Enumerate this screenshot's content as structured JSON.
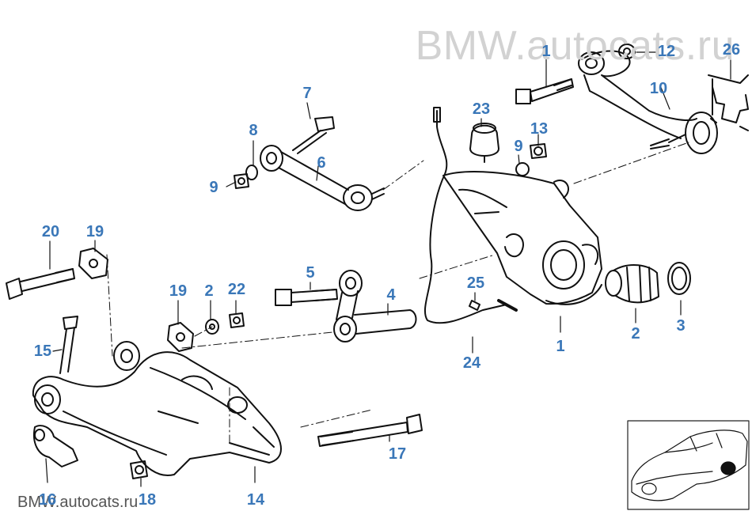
{
  "watermark": {
    "top": "BMW.autocats.ru",
    "bottom": "BMW.autocats.ru"
  },
  "callouts": [
    {
      "id": "c1a",
      "label": "1"
    },
    {
      "id": "c1b",
      "label": "1"
    },
    {
      "id": "c2a",
      "label": "2"
    },
    {
      "id": "c2b",
      "label": "2"
    },
    {
      "id": "c3",
      "label": "3"
    },
    {
      "id": "c4",
      "label": "4"
    },
    {
      "id": "c5",
      "label": "5"
    },
    {
      "id": "c6",
      "label": "6"
    },
    {
      "id": "c7",
      "label": "7"
    },
    {
      "id": "c8",
      "label": "8"
    },
    {
      "id": "c9a",
      "label": "9"
    },
    {
      "id": "c9b",
      "label": "9"
    },
    {
      "id": "c10",
      "label": "10"
    },
    {
      "id": "c12",
      "label": "12"
    },
    {
      "id": "c13",
      "label": "13"
    },
    {
      "id": "c14",
      "label": "14"
    },
    {
      "id": "c15",
      "label": "15"
    },
    {
      "id": "c16",
      "label": "16"
    },
    {
      "id": "c17",
      "label": "17"
    },
    {
      "id": "c18",
      "label": "18"
    },
    {
      "id": "c19a",
      "label": "19"
    },
    {
      "id": "c19b",
      "label": "19"
    },
    {
      "id": "c20",
      "label": "20"
    },
    {
      "id": "c22",
      "label": "22"
    },
    {
      "id": "c23",
      "label": "23"
    },
    {
      "id": "c24",
      "label": "24"
    },
    {
      "id": "c25",
      "label": "25"
    },
    {
      "id": "c26",
      "label": "26"
    }
  ]
}
